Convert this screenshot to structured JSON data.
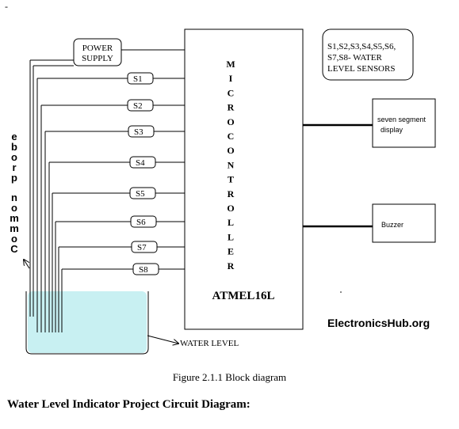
{
  "top_mark": "-",
  "diagram": {
    "power_supply": [
      "POWER",
      "SUPPLY"
    ],
    "microcontroller_vertical": "MICROCONTROLLER",
    "microcontroller_model": "ATMEL16L",
    "sensor_note": [
      "S1,S2,S3,S4,S5,S6,",
      "S7,S8- WATER",
      "LEVEL SENSORS"
    ],
    "sensors": [
      "S1",
      "S2",
      "S3",
      "S4",
      "S5",
      "S6",
      "S7",
      "S8"
    ],
    "display_label": [
      "seven segment",
      "display"
    ],
    "buzzer_label": "Buzzer",
    "common_probe_label": "Common probe",
    "water_level_label": "WATER LEVEL",
    "brand": "ElectronicsHub.org"
  },
  "caption": "Figure 2.1.1 Block diagram",
  "heading": "Water Level Indicator Project Circuit Diagram:",
  "colors": {
    "water": "#c8f0f2",
    "line": "#000000"
  }
}
